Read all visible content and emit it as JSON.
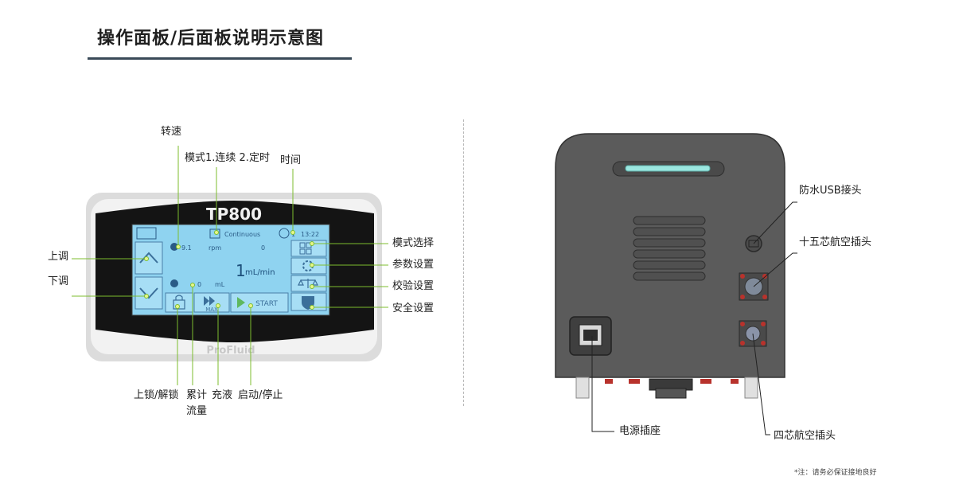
{
  "header": {
    "title": "操作面板/后面板说明示意图"
  },
  "front_panel": {
    "model": "TP800",
    "brand": "ProFluid",
    "lcd": {
      "mode_text": "Continuous",
      "speed_value": "9.1",
      "speed_unit": "rpm",
      "speed_aux": "0",
      "time_value": "1",
      "time_value2": "13:22",
      "flow_value": "1",
      "flow_unit": "mL/min",
      "volume_value": "0",
      "volume_unit": "mL",
      "prime_label": "MAX",
      "start_label": "START"
    },
    "labels": {
      "speed": "转速",
      "mode": "模式1.连续 2.定时",
      "time": "时间",
      "up": "上调",
      "down": "下调",
      "mode_select": "模式选择",
      "param_settings": "参数设置",
      "calibration": "校验设置",
      "safety": "安全设置",
      "lock": "上锁/解锁",
      "cumulative_1": "累计",
      "cumulative_2": "流量",
      "prime": "充液",
      "start_stop": "启动/停止"
    }
  },
  "rear_panel": {
    "labels": {
      "usb": "防水USB接头",
      "fifteen_pin": "十五芯航空插头",
      "power": "电源插座",
      "four_pin": "四芯航空插头"
    }
  },
  "footnote": "*注：请务必保证接地良好",
  "colors": {
    "title_rule": "#3a4a58",
    "leader_green": "#7cbd2e",
    "lcd_bg": "#8fd3f0",
    "device_body": "#5b5b5b",
    "connector_red": "#b8322c"
  }
}
